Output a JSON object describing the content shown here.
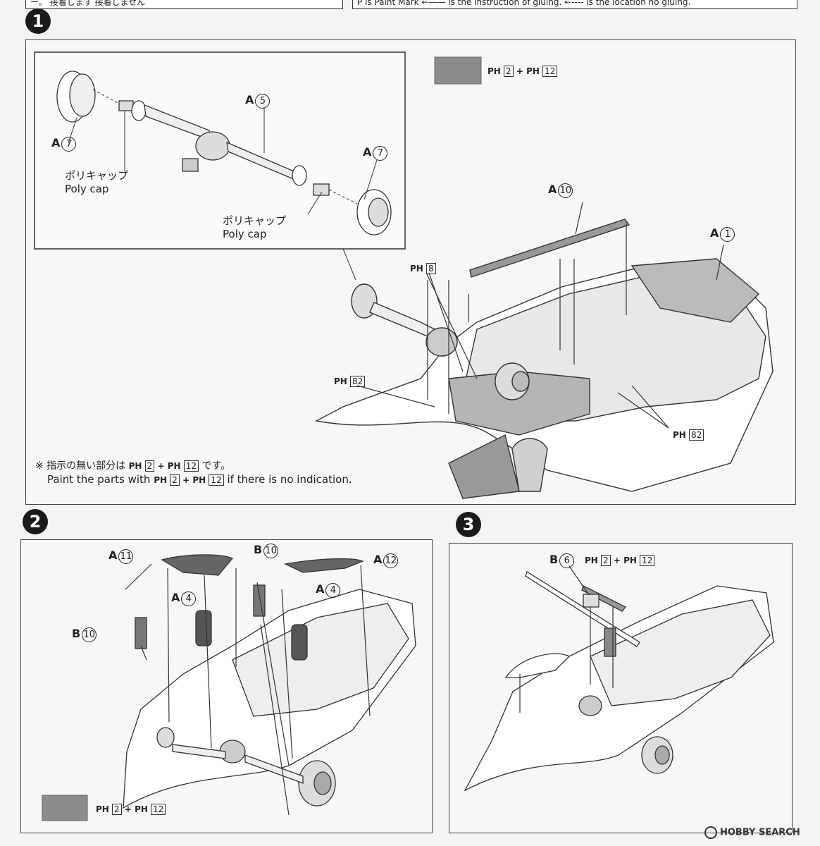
{
  "header": {
    "left_box": "ー。   接着します    接着しません",
    "right_box": "P is Paint Mark  ←—— is the instruction of gluing.  ←----  is the location no gluing."
  },
  "step1": {
    "number": "1",
    "paint": {
      "prefix1": "PH",
      "n1": "2",
      "plus": "+",
      "prefix2": "PH",
      "n2": "12"
    },
    "parts": {
      "a7_left": {
        "letter": "A",
        "num": "7"
      },
      "a5": {
        "letter": "A",
        "num": "5"
      },
      "a7_right": {
        "letter": "A",
        "num": "7"
      },
      "a10": {
        "letter": "A",
        "num": "10"
      },
      "a1": {
        "letter": "A",
        "num": "1"
      }
    },
    "polycap1": {
      "jp": "ポリキャップ",
      "en": "Poly cap"
    },
    "polycap2": {
      "jp": "ポリキャップ",
      "en": "Poly cap"
    },
    "ph8": {
      "prefix": "PH",
      "num": "8"
    },
    "ph82_left": {
      "prefix": "PH",
      "num": "82"
    },
    "ph82_right": {
      "prefix": "PH",
      "num": "82"
    },
    "note_jp_pre": "※ 指示の無い部分は",
    "note_jp_post": "です。",
    "note_en_pre": "Paint the parts with",
    "note_en_post": "if there is no indication.",
    "note_paint": {
      "prefix1": "PH",
      "n1": "2",
      "plus": "+",
      "prefix2": "PH",
      "n2": "12"
    }
  },
  "step2": {
    "number": "2",
    "parts": {
      "a11": {
        "letter": "A",
        "num": "11"
      },
      "b10_top": {
        "letter": "B",
        "num": "10"
      },
      "a12": {
        "letter": "A",
        "num": "12"
      },
      "a4_left": {
        "letter": "A",
        "num": "4"
      },
      "a4_right": {
        "letter": "A",
        "num": "4"
      },
      "b10_left": {
        "letter": "B",
        "num": "10"
      }
    },
    "paint": {
      "prefix1": "PH",
      "n1": "2",
      "plus": "+",
      "prefix2": "PH",
      "n2": "12"
    }
  },
  "step3": {
    "number": "3",
    "parts": {
      "b6": {
        "letter": "B",
        "num": "6"
      }
    },
    "paint": {
      "prefix1": "PH",
      "n1": "2",
      "plus": "+",
      "prefix2": "PH",
      "n2": "12"
    }
  },
  "watermark": "HOBBY SEARCH",
  "colors": {
    "paint_swatch": "#8c8c8c",
    "badge": "#1a1a1a"
  }
}
